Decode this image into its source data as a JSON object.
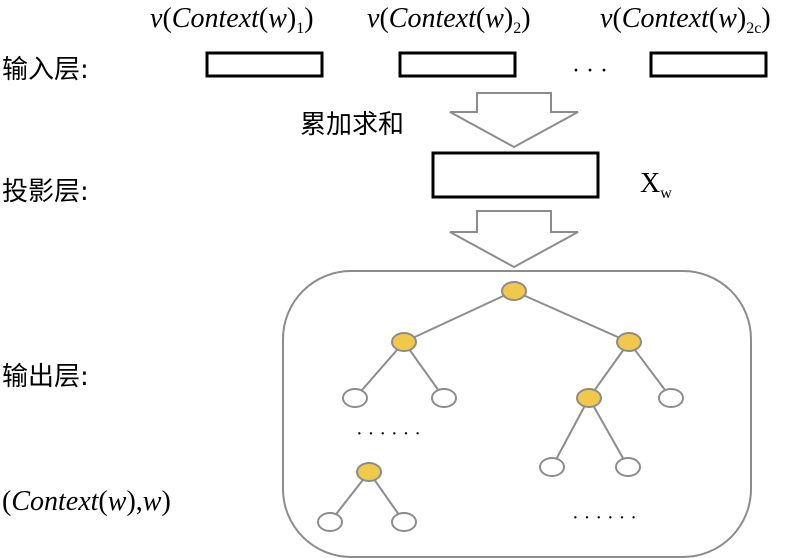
{
  "layers": {
    "input": "输入层:",
    "projection": "投影层:",
    "output": "输出层:"
  },
  "input_vectors": [
    {
      "v": "v",
      "ctx": "Context",
      "w": "w",
      "sub": "1"
    },
    {
      "v": "v",
      "ctx": "Context",
      "w": "w",
      "sub": "2"
    },
    {
      "v": "v",
      "ctx": "Context",
      "w": "w",
      "sub": "2c"
    }
  ],
  "input_ellipsis": "· · ·",
  "sum_label": "累加求和",
  "projection_vector": {
    "main": "X",
    "sub": "w"
  },
  "sample_label": {
    "open": "(",
    "ctx": "Context",
    "w1": "w",
    "mid": "),",
    "w2": "w"
  },
  "tree_ellipsis_left": "· · · · · ·",
  "tree_ellipsis_right": "· · · · · ·",
  "colors": {
    "line": "#000000",
    "arrow": "#8c8c8c",
    "frame": "#8c8c8c",
    "node_active": "#f0c84a",
    "node_inactive": "#ffffff",
    "node_stroke": "#8c8c8c"
  }
}
